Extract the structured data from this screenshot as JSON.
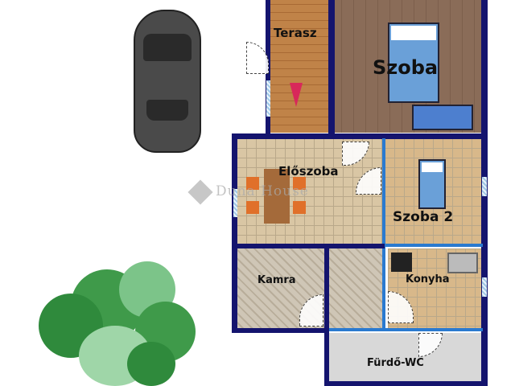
{
  "rooms": {
    "terasz": "Terasz",
    "szoba": "Szoba",
    "eloszoba": "Előszoba",
    "szoba2": "Szoba 2",
    "kamra": "Kamra",
    "konyha": "Konyha",
    "furdo": "Fürdő-WC"
  },
  "watermark": "Duna House",
  "colors": {
    "wall": "#14146e",
    "tree": "#3f9a4a",
    "car": "#4a4a4a",
    "arrow": "#d8285a"
  }
}
